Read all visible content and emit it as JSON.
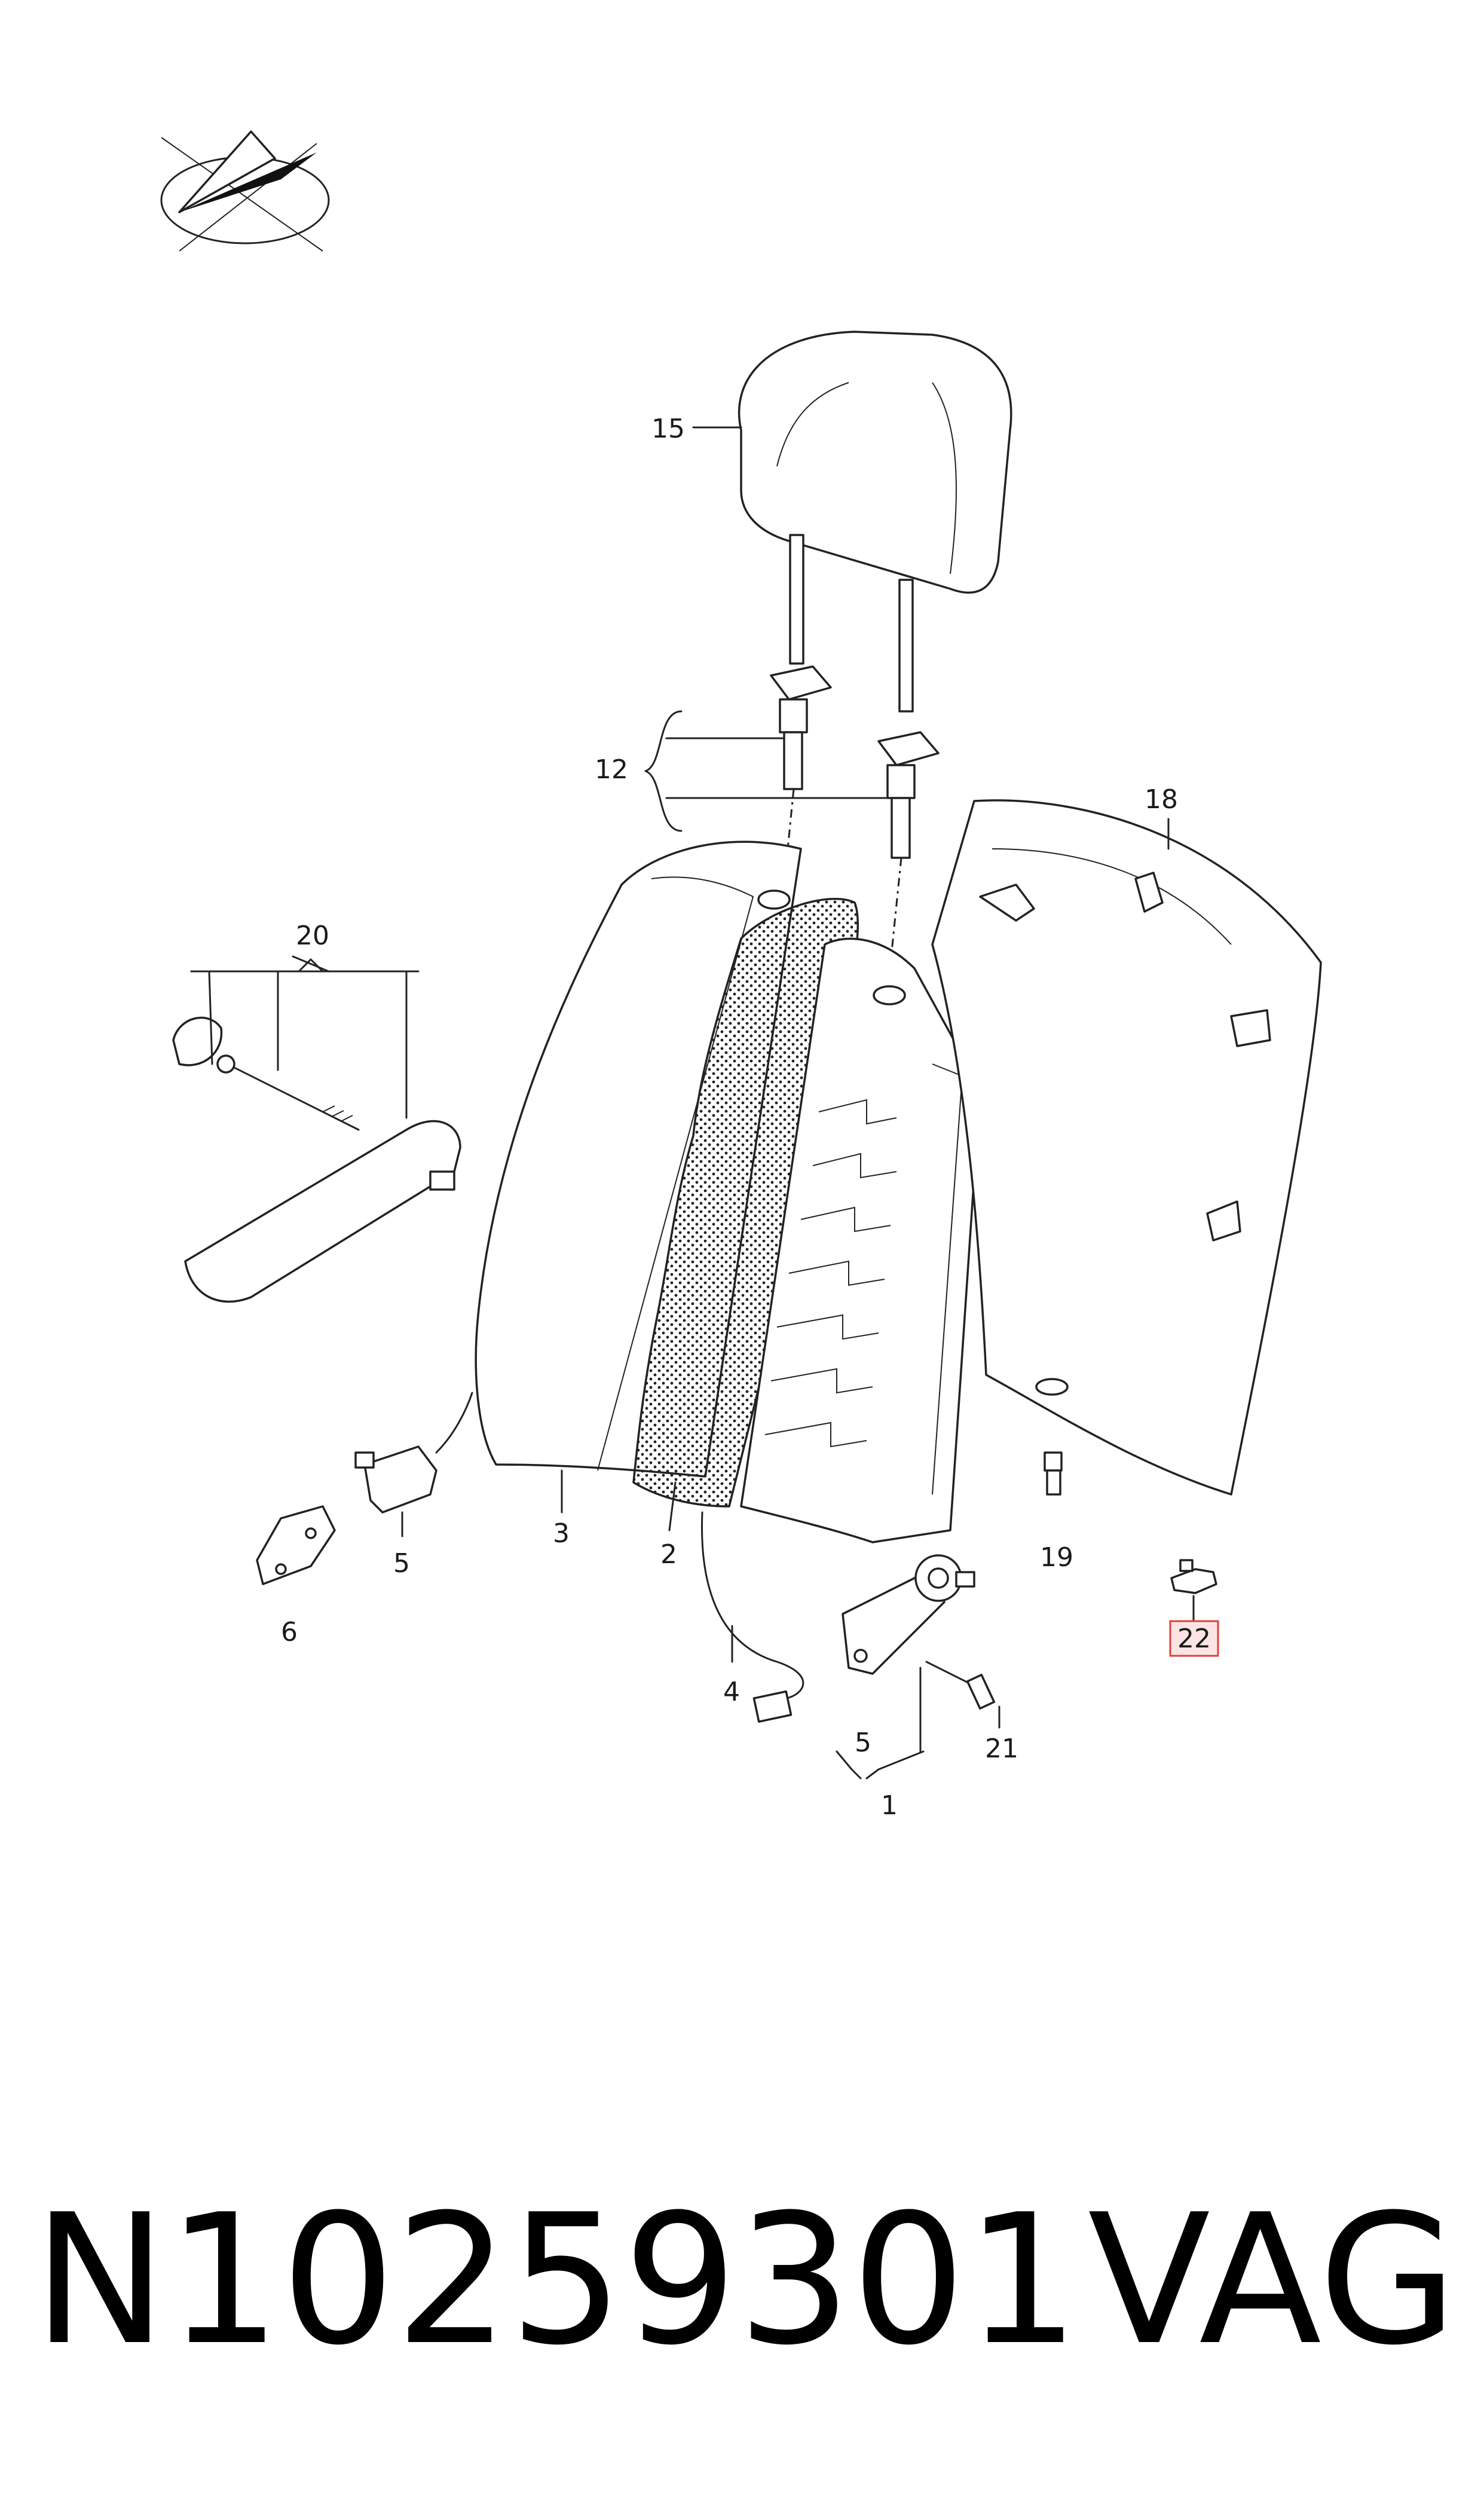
{
  "diagram": {
    "callouts": {
      "c1": "1",
      "c2": "2",
      "c3": "3",
      "c4": "4",
      "c5a": "5",
      "c5b": "5",
      "c6": "6",
      "c12": "12",
      "c15": "15",
      "c18": "18",
      "c19": "19",
      "c20": "20",
      "c21": "21",
      "c22": "22"
    },
    "highlighted_callout": "22",
    "highlight_color": "#e0413a",
    "highlight_fill": "#fde4e4"
  },
  "footer": {
    "part_number": "N10259301",
    "brand": "VAG"
  }
}
